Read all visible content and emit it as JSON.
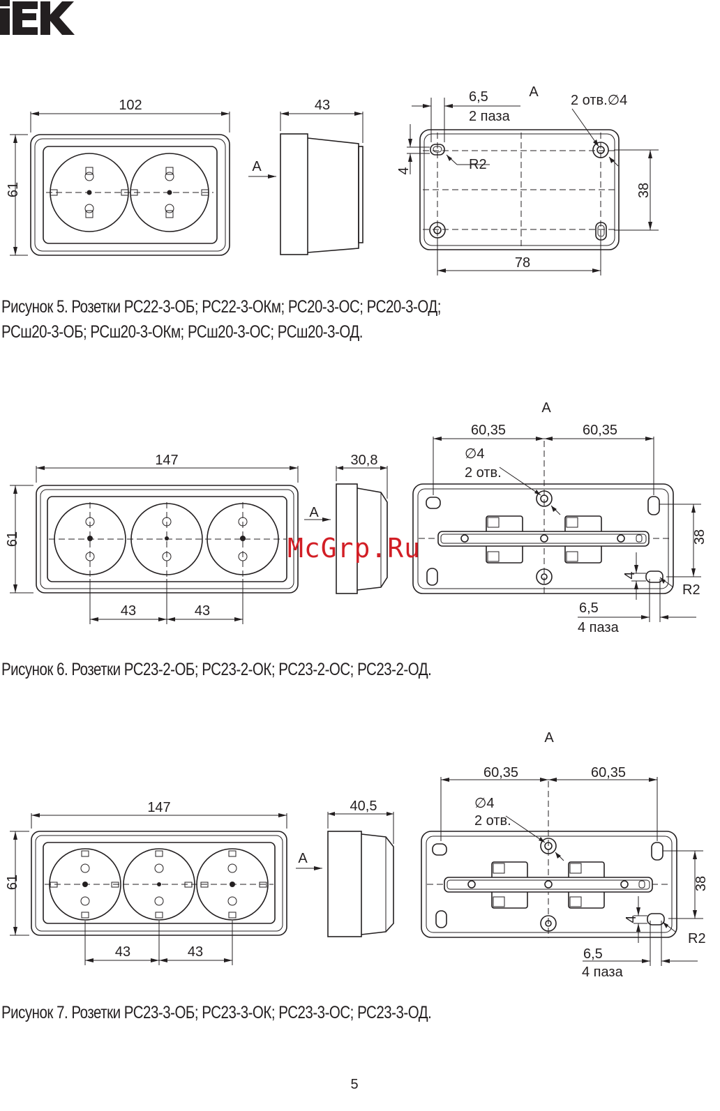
{
  "brand": {
    "logo_text": "IEK"
  },
  "figures": [
    {
      "caption_lines": [
        "Рисунок 5. Розетки РС22-3-ОБ; РС22-3-ОКм; РС20-3-ОС; РС20-3-ОД;",
        "РСш20-3-ОБ; РСш20-3-ОКм; РСш20-3-ОС; РСш20-3-ОД."
      ],
      "front": {
        "width": "102",
        "height": "61"
      },
      "side": {
        "depth": "43",
        "view_marker": "A"
      },
      "back": {
        "view_label": "A",
        "slot_width": "6,5",
        "slots": "2 паза",
        "holes": "2 отв.∅4",
        "radius": "R2",
        "slot_height": "4",
        "hole_spacing_v": "38",
        "hole_spacing_h": "78"
      }
    },
    {
      "caption_lines": [
        "Рисунок 6. Розетки РС23-2-ОБ; РС23-2-ОК; РС23-2-ОС; РС23-2-ОД."
      ],
      "front": {
        "width": "147",
        "height": "61",
        "pitch_1": "43",
        "pitch_2": "43"
      },
      "side": {
        "depth": "30,8",
        "view_marker": "A"
      },
      "back": {
        "view_label": "A",
        "half_left": "60,35",
        "half_right": "60,35",
        "hole_dia": "∅4",
        "holes": "2 отв.",
        "hole_spacing_v": "38",
        "slot_height": "4",
        "radius": "R2",
        "slot_width": "6,5",
        "slots": "4 паза"
      }
    },
    {
      "caption_lines": [
        "Рисунок 7. Розетки РС23-3-ОБ; РС23-3-ОК; РС23-3-ОС; РС23-3-ОД."
      ],
      "front": {
        "width": "147",
        "height": "61",
        "pitch_1": "43",
        "pitch_2": "43"
      },
      "side": {
        "depth": "40,5",
        "view_marker": "A"
      },
      "back": {
        "view_label": "A",
        "half_left": "60,35",
        "half_right": "60,35",
        "hole_dia": "∅4",
        "holes": "2 отв.",
        "hole_spacing_v": "38",
        "slot_height": "4",
        "radius": "R2",
        "slot_width": "6,5",
        "slots": "4 паза"
      }
    }
  ],
  "watermark": "McGrp.Ru",
  "page_number": "5"
}
